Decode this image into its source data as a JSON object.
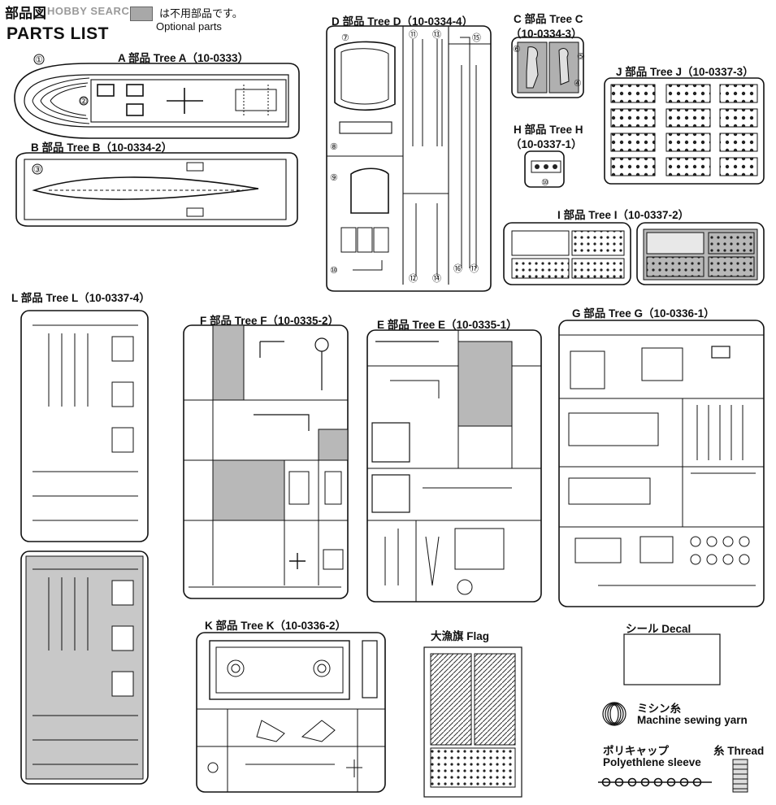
{
  "header": {
    "title_jp": "部品図",
    "watermark": "HOBBY SEARCH",
    "title_en": "PARTS LIST",
    "optional_note_jp": "は不用部品です。",
    "optional_note_en": "Optional parts",
    "swatch_color": "#a8a8a8"
  },
  "trees": {
    "a": "A 部品 Tree A（10-0333）",
    "b": "B 部品 Tree B（10-0334-2）",
    "d": "D 部品 Tree D（10-0334-4）",
    "c": "C 部品 Tree C",
    "c_code": "（10-0334-3）",
    "h": "H 部品 Tree H",
    "h_code": "（10-0337-1）",
    "j": "J 部品 Tree J（10-0337-3）",
    "i": "I 部品 Tree I（10-0337-2）",
    "l": "L 部品 Tree L（10-0337-4）",
    "f": "F 部品 Tree F（10-0335-2）",
    "e": "E 部品 Tree E（10-0335-1）",
    "g": "G 部品 Tree G（10-0336-1）",
    "k": "K 部品 Tree K（10-0336-2）"
  },
  "extras": {
    "flag": "大漁旗  Flag",
    "decal": "シール  Decal",
    "yarn_jp": "ミシン糸",
    "yarn_en": "Machine sewing yarn",
    "sleeve_jp": "ポリキャップ",
    "sleeve_en": "Polyethlene sleeve",
    "thread": "糸  Thread"
  },
  "part_numbers": {
    "a": [
      "①",
      "②"
    ],
    "b": [
      "③"
    ],
    "c": [
      "⑥",
      "⑤",
      "④"
    ],
    "h": [
      "⑩"
    ],
    "d": [
      "⑦",
      "⑪",
      "⑬",
      "⑮",
      "⑧",
      "⑨",
      "⑩",
      "⑫",
      "⑭",
      "⑯",
      "⑰"
    ]
  }
}
